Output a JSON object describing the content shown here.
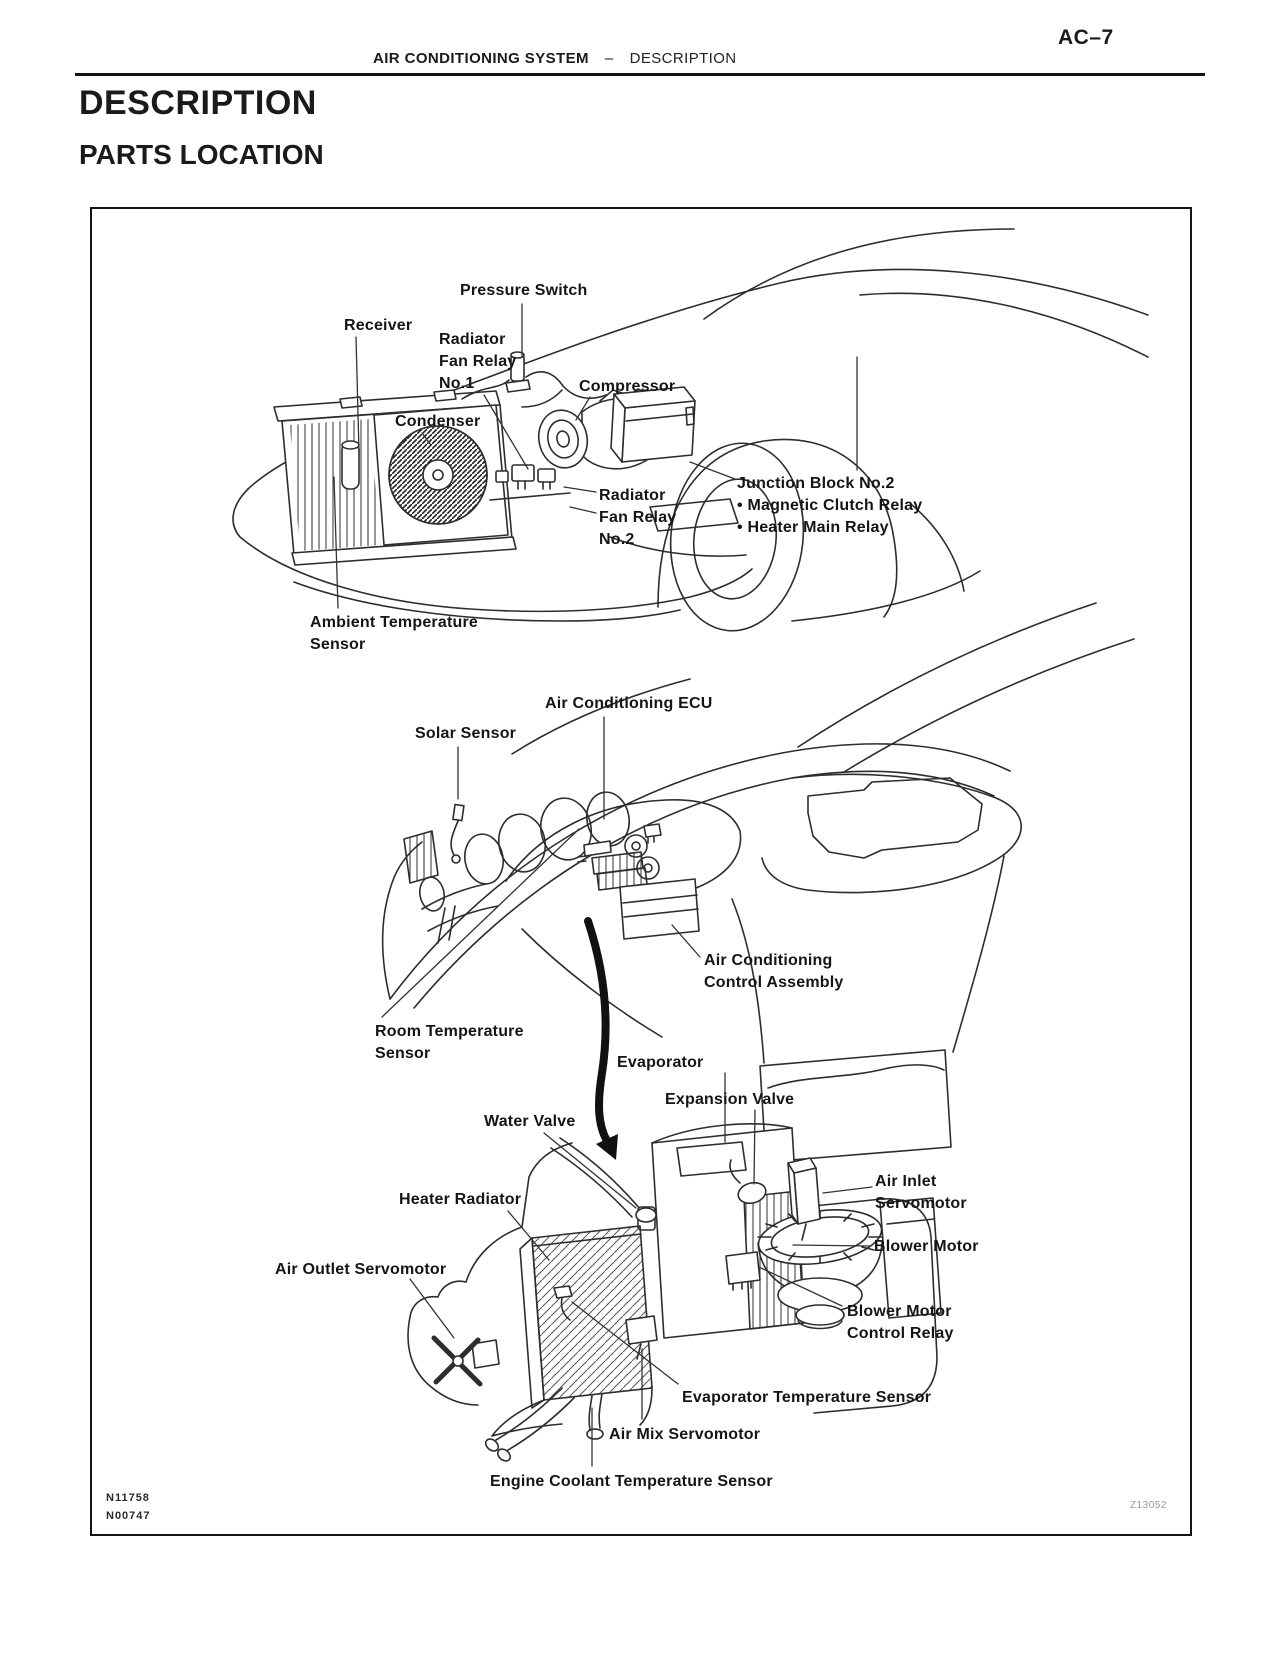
{
  "page": {
    "code": "AC–7",
    "header": {
      "section": "AIR CONDITIONING SYSTEM",
      "separator": "–",
      "subsection": "DESCRIPTION"
    },
    "title": "DESCRIPTION",
    "subtitle": "PARTS LOCATION"
  },
  "figure": {
    "labels": {
      "pressure_switch": "Pressure Switch",
      "receiver": "Receiver",
      "radiator_fan_relay_no1": "Radiator\nFan Relay\nNo.1",
      "compressor": "Compressor",
      "condenser": "Condenser",
      "radiator_fan_relay_no2": "Radiator\nFan Relay\nNo.2",
      "junction_block_no2": "Junction Block No.2\n• Magnetic Clutch Relay\n• Heater Main Relay",
      "ambient_temperature_sensor": "Ambient Temperature\nSensor",
      "air_conditioning_ecu": "Air Conditioning ECU",
      "solar_sensor": "Solar Sensor",
      "air_conditioning_control_assembly": "Air Conditioning\nControl Assembly",
      "room_temperature_sensor": "Room Temperature\nSensor",
      "evaporator": "Evaporator",
      "expansion_valve": "Expansion Valve",
      "water_valve": "Water Valve",
      "air_inlet_servomotor": "Air Inlet\nServomotor",
      "heater_radiator": "Heater Radiator",
      "blower_motor": "Blower Motor",
      "air_outlet_servomotor": "Air Outlet Servomotor",
      "blower_motor_control_relay": "Blower Motor\nControl Relay",
      "evaporator_temperature_sensor": "Evaporator Temperature Sensor",
      "air_mix_servomotor": "Air Mix Servomotor",
      "engine_coolant_temperature_sensor": "Engine Coolant Temperature Sensor"
    },
    "codes": {
      "code1": "N11758",
      "code2": "N00747",
      "code3": "Z13052"
    }
  },
  "colors": {
    "ink": "#151515",
    "line": "#2d2d2d",
    "faint": "#9a9a9a"
  }
}
